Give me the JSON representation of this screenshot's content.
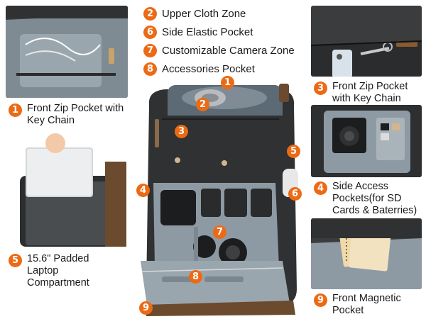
{
  "legend": [
    {
      "number": "2",
      "text": "Upper Cloth Zone"
    },
    {
      "number": "6",
      "text": "Side Elastic Pocket"
    },
    {
      "number": "7",
      "text": "Customizable Camera Zone"
    },
    {
      "number": "8",
      "text": "Accessories Pocket"
    }
  ],
  "callouts": {
    "c1": {
      "number": "1",
      "text": "Front Zip Pocket with Key Chain"
    },
    "c3": {
      "number": "3",
      "text": "Front Zip Pocket with Key Chain"
    },
    "c4": {
      "number": "4",
      "text": "Side Access Pockets(for SD Cards & Baterries)"
    },
    "c5": {
      "number": "5",
      "text": "15.6\" Padded Laptop Compartment"
    },
    "c9": {
      "number": "9",
      "text": "Front Magnetic Pocket"
    }
  },
  "markers": [
    "1",
    "2",
    "3",
    "4",
    "5",
    "6",
    "7",
    "8",
    "9"
  ],
  "colors": {
    "accent": "#ec6a15",
    "bag": "#2f3133",
    "lining": "#8e9aa3",
    "leather": "#6b4a2e"
  }
}
